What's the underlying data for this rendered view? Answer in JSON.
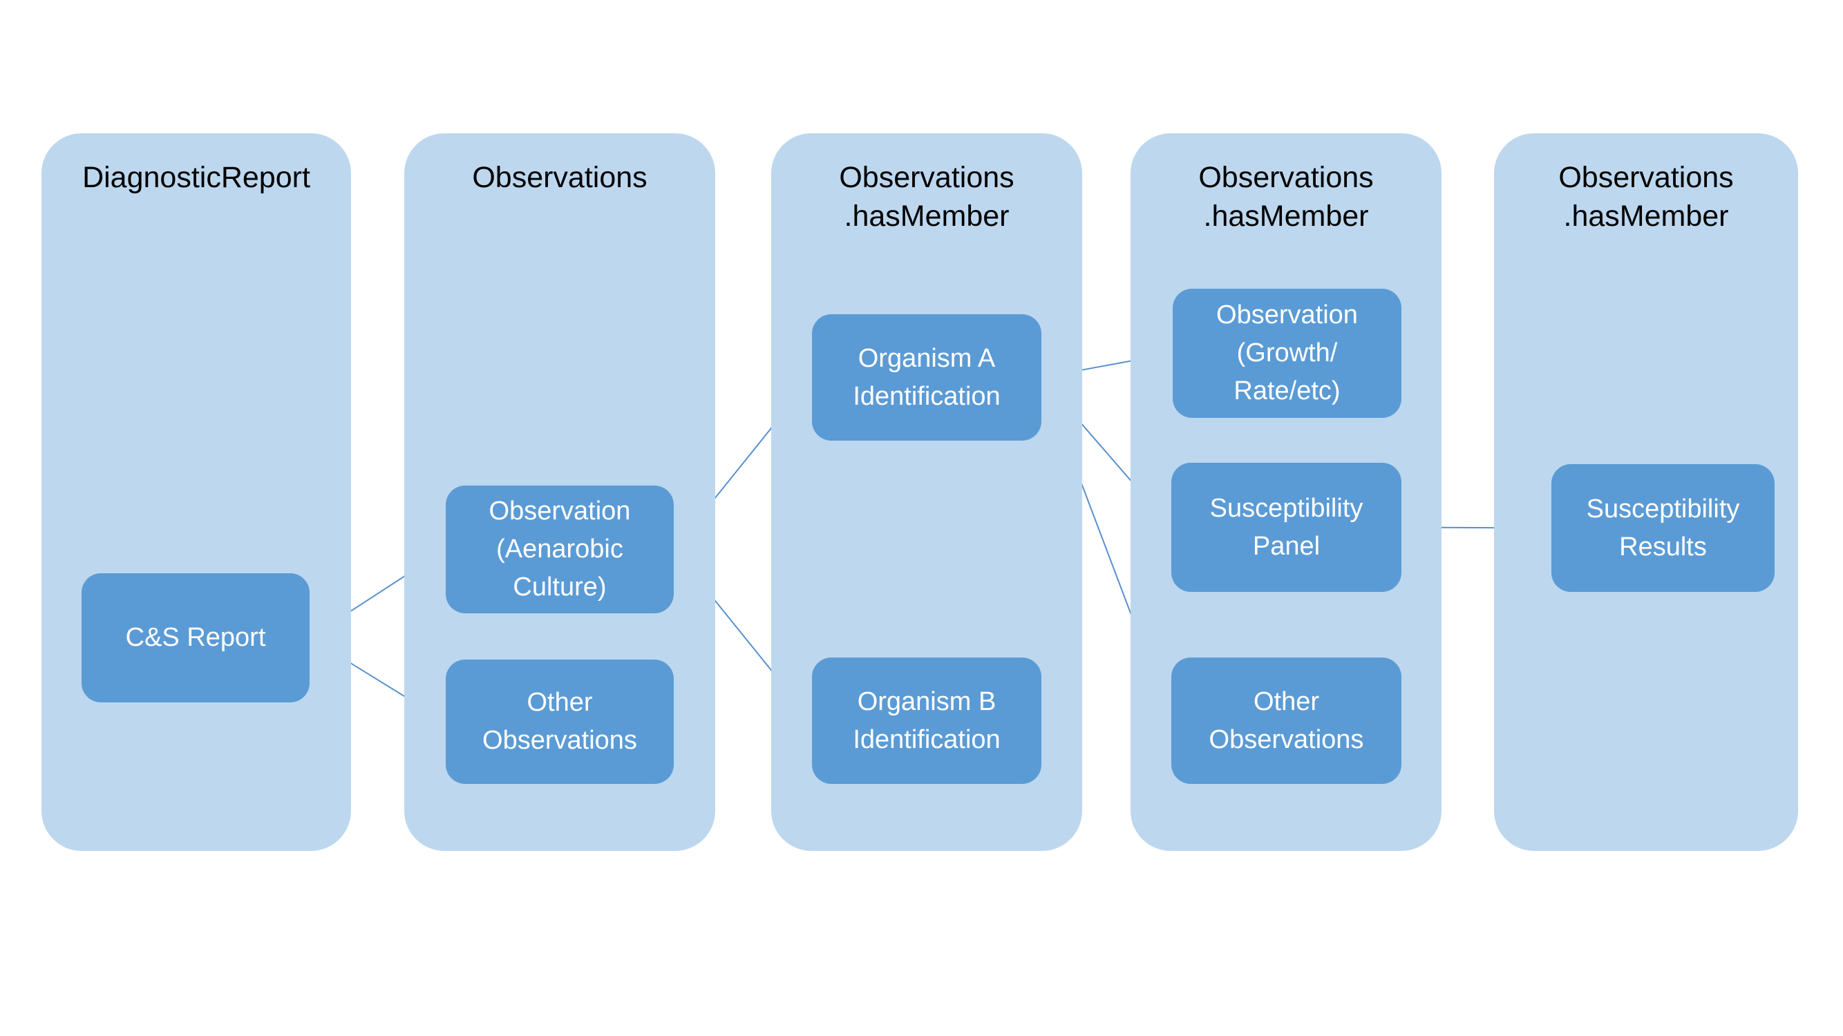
{
  "diagram": {
    "columns": [
      {
        "id": "diagnostic-report",
        "title": "DiagnosticReport",
        "boxes": [
          {
            "id": "cs-report",
            "label": "C&S Report"
          }
        ]
      },
      {
        "id": "observations",
        "title": "Observations",
        "boxes": [
          {
            "id": "observation-aenarobic-culture",
            "label": "Observation\n(Aenarobic\nCulture)"
          },
          {
            "id": "other-observations-1",
            "label": "Other\nObservations"
          }
        ]
      },
      {
        "id": "observations-hasmember-1",
        "title": "Observations\n.hasMember",
        "boxes": [
          {
            "id": "organism-a-identification",
            "label": "Organism A\nIdentification"
          },
          {
            "id": "organism-b-identification",
            "label": "Organism B\nIdentification"
          }
        ]
      },
      {
        "id": "observations-hasmember-2",
        "title": "Observations\n.hasMember",
        "boxes": [
          {
            "id": "observation-growth-rate",
            "label": "Observation\n(Growth/\nRate/etc)"
          },
          {
            "id": "susceptibility-panel",
            "label": "Susceptibility\nPanel"
          },
          {
            "id": "other-observations-2",
            "label": "Other\nObservations"
          }
        ]
      },
      {
        "id": "observations-hasmember-3",
        "title": "Observations\n.hasMember",
        "boxes": [
          {
            "id": "susceptibility-results",
            "label": "Susceptibility\nResults"
          }
        ]
      }
    ],
    "edges": [
      [
        "cs-report",
        "observation-aenarobic-culture"
      ],
      [
        "cs-report",
        "other-observations-1"
      ],
      [
        "observation-aenarobic-culture",
        "organism-a-identification"
      ],
      [
        "observation-aenarobic-culture",
        "organism-b-identification"
      ],
      [
        "organism-a-identification",
        "observation-growth-rate"
      ],
      [
        "organism-a-identification",
        "susceptibility-panel"
      ],
      [
        "organism-a-identification",
        "other-observations-2"
      ],
      [
        "susceptibility-panel",
        "susceptibility-results"
      ]
    ],
    "colors": {
      "column_fill": "#BDD7EE",
      "box_fill": "#5B9BD5",
      "connector": "#5690CE",
      "title_text": "#000000",
      "box_text": "#FFFFFF"
    }
  }
}
